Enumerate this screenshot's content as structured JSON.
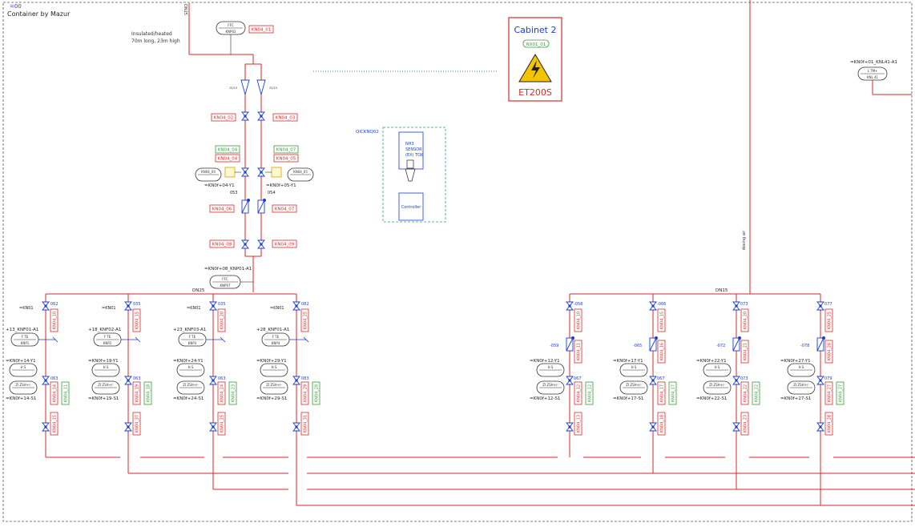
{
  "frame": {
    "ref": "=00",
    "title": "Container by Mazur"
  },
  "note": {
    "line1": "Insulated/heated",
    "line2": "70m long, 23m high"
  },
  "main_line": {
    "dn_top": "DN25",
    "dn_left": "DN25",
    "dn_right": "DN15",
    "dosing": "dosing air"
  },
  "header": {
    "inst_box_top": {
      "a": "FFC",
      "b": "KNP02"
    },
    "tag_top": "KN04_01",
    "valve_tags": [
      "KN04_02",
      "KN04_03"
    ],
    "green_tags": [
      "KN04_04",
      "KN04_07"
    ],
    "red_tags_mid": [
      "KN04_04",
      "KN04_05"
    ],
    "motor_boxes": [
      {
        "a": "KN04_04"
      },
      {
        "a": "KN04_05"
      }
    ],
    "motor_labels": [
      "=KN0f+04-Y1",
      "=KN0f+05-Y1"
    ],
    "num_labels": [
      "053",
      "054"
    ],
    "check_tags": [
      "KN04_06",
      "KN04_07"
    ],
    "bottom_tags": [
      "KN04_08",
      "KN04_09"
    ],
    "sizes": [
      "25/15",
      "25/15"
    ],
    "fc_label": "=KN0f+08_KNP01-A1",
    "fc_box": {
      "a": "FFC",
      "b": "KNP07"
    }
  },
  "cabinet": {
    "title": "Cabinet 2",
    "tag": "NX01_01",
    "model": "ET200S"
  },
  "sensor": {
    "group": "QICKNQ02",
    "label": "NH3 SENSOR (EX) TOX",
    "controller": "Controller"
  },
  "right_top": {
    "label": "=KN0f+01_KNL41-A1",
    "box_a": "L TM+",
    "box_b": "KNL 41"
  },
  "left_branches": [
    {
      "fc": "+13_KNF01-A1",
      "y1": "=KN0f+14-Y1",
      "s1": "=KN0f+14-S1",
      "tag1": "KN04_10",
      "tag2": "KN04_14",
      "tag3": "KN04_15",
      "num1": "062",
      "num2": "063",
      "green": "KN04_11"
    },
    {
      "fc": "+18_KNF02-A1",
      "y1": "=KN0f+19-Y1",
      "s1": "=KN0f+19-S1",
      "tag1": "KN04_15",
      "tag2": "KN04_19",
      "tag3": "KN04_37",
      "num1": "035",
      "num2": "063",
      "green": "KN04_18"
    },
    {
      "fc": "+23_KNF03-A1",
      "y1": "=KN0f+24-Y1",
      "s1": "=KN0f+24-S1",
      "tag1": "KN04_20",
      "tag2": "KN04_24",
      "tag3": "KN04_25",
      "num1": "035",
      "num2": "063",
      "green": "KN04_23"
    },
    {
      "fc": "+28_KNF01-A1",
      "y1": "=KN0f+29-Y1",
      "s1": "=KN0f+29-S1",
      "tag1": "KN04_25",
      "tag2": "KN04_29",
      "tag3": "KN04_31",
      "num1": "082",
      "num2": "083",
      "green": "KN04_28"
    }
  ],
  "right_branches": [
    {
      "y1": "=KN0f+12-Y1",
      "s1": "=KN0f+12-S1",
      "tag1": "KN04_10",
      "tag2": "KN04_11",
      "tag3": "KN04_12",
      "tag4": "KN04_13",
      "num1": "-058",
      "num2": "-059",
      "num3": "067",
      "green": "KN04_12"
    },
    {
      "y1": "=KN0f+17-Y1",
      "s1": "=KN0f+17-S1",
      "tag1": "KN04_15",
      "tag2": "KN04_16",
      "tag3": "KN04_17",
      "tag4": "KN04_18",
      "num1": "-066",
      "num2": "-065",
      "num3": "067",
      "green": "KN04_17"
    },
    {
      "y1": "=KN0f+22-Y1",
      "s1": "=KN0f+22-S1",
      "tag1": "KN04_20",
      "tag2": "KN04_21",
      "tag3": "KN04_22",
      "tag4": "KN04_23",
      "num1": "073",
      "num2": "-072",
      "num3": "073",
      "green": "KN04_22"
    },
    {
      "y1": "=KN0f+27-Y1",
      "s1": "=KN0f+27-S1",
      "tag1": "KN04_25",
      "tag2": "KN04_26",
      "tag3": "KN04_27",
      "tag4": "KN04_28",
      "num1": "077",
      "num2": "-078",
      "num3": "079",
      "green": "KN04_27"
    }
  ],
  "colors": {
    "pipe": "#d42a2a",
    "blue": "#1a3fcf",
    "tag_red": "#d42a2a",
    "tag_green": "#3a9a3a",
    "frame": "#555555"
  }
}
